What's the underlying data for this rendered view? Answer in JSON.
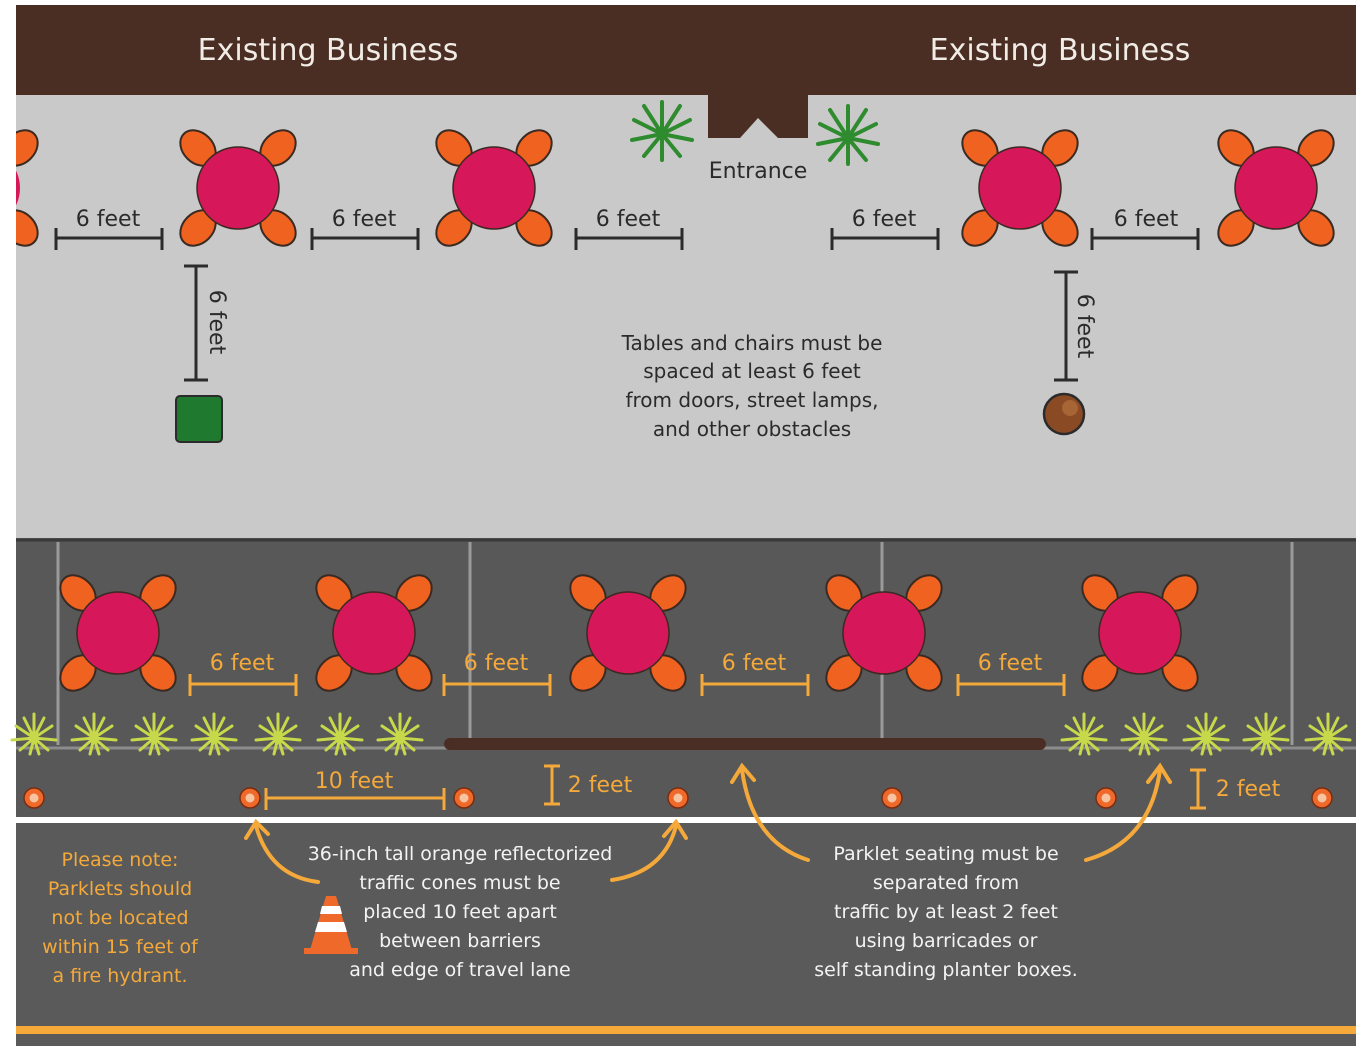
{
  "header": {
    "left_label": "Existing Business",
    "right_label": "Existing Business"
  },
  "entrance": {
    "label": "Entrance"
  },
  "sidewalk": {
    "spacing_labels": [
      "6 feet",
      "6 feet",
      "6 feet",
      "6 feet",
      "6 feet"
    ],
    "vertical_left_label": "6 feet",
    "vertical_right_label": "6 feet",
    "note_lines": [
      "Tables and chairs must be",
      "spaced at least 6 feet",
      "from doors, street lamps,",
      "and other obstacles"
    ]
  },
  "parklet": {
    "spacing_labels": [
      "6 feet",
      "6 feet",
      "6 feet",
      "6 feet"
    ],
    "cone_spacing_label": "10 feet",
    "buffer_left_label": "2 feet",
    "buffer_right_label": "2 feet"
  },
  "street": {
    "please_note_lines": [
      "Please note:",
      "Parklets should",
      "not be located",
      "within 15 feet of",
      "a fire hydrant."
    ],
    "cones_note_lines": [
      "36-inch tall orange reflectorized",
      "traffic cones must be",
      "placed 10 feet apart",
      "between barriers",
      "and edge of travel lane"
    ],
    "separation_note_lines": [
      "Parklet seating must be",
      "separated from",
      "traffic by at least 2 feet",
      "using barricades or",
      "self standing planter boxes."
    ]
  },
  "colors": {
    "business_band": "#4a2e24",
    "sidewalk": "#c9c9c9",
    "street": "#5a5a5a",
    "table": "#d6185a",
    "chair": "#f0621f",
    "plant": "#c7d84a",
    "gold": "#f4a93a",
    "cone": "#ef6a2a"
  }
}
